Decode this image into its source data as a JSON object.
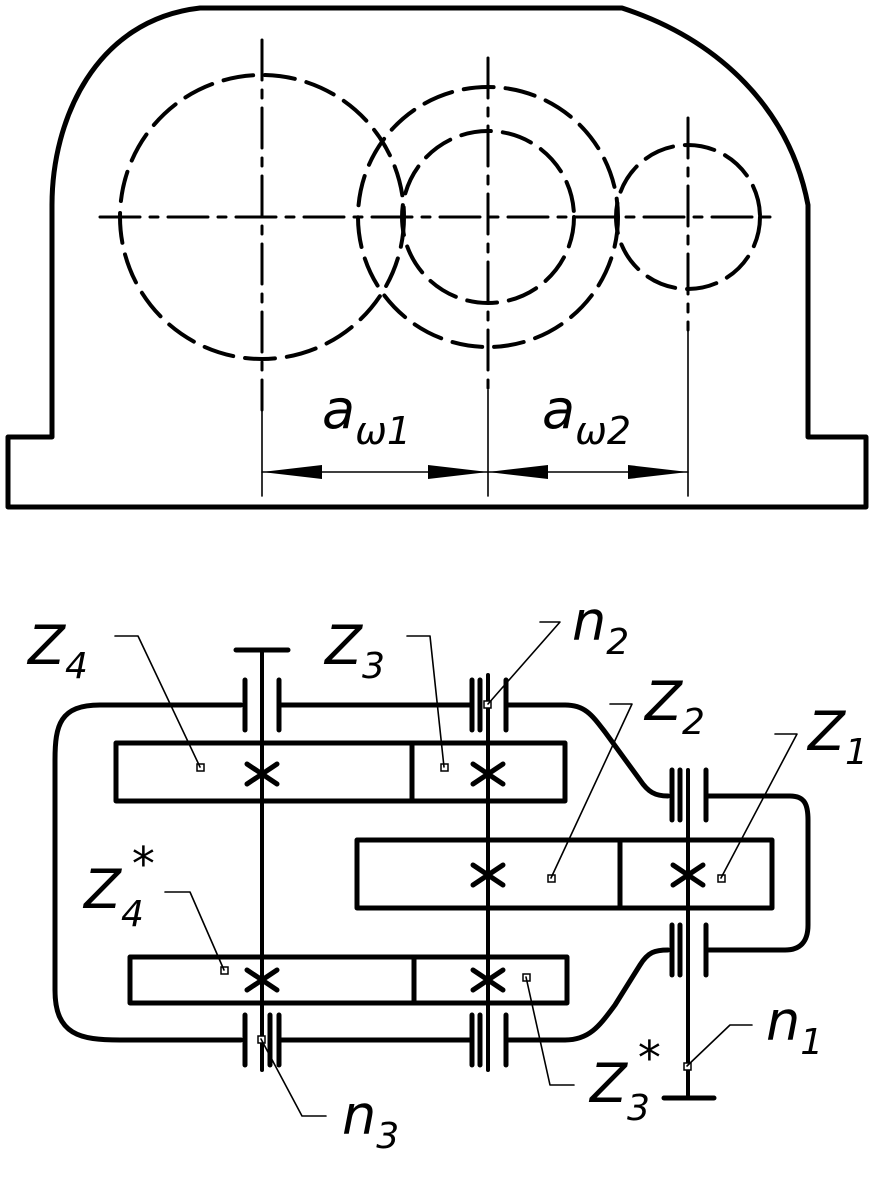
{
  "labels": {
    "aw1": "a",
    "aw1_sub": "ω1",
    "aw2": "a",
    "aw2_sub": "ω2",
    "z4": "Z",
    "z4_sub": "4",
    "z3": "Z",
    "z3_sub": "3",
    "n2": "n",
    "n2_sub": "2",
    "z2": "Z",
    "z2_sub": "2",
    "z1": "Z",
    "z1_sub": "1",
    "z4s": "Z",
    "z4s_sub": "4",
    "z4s_sup": "*",
    "z3s": "Z",
    "z3s_sub": "3",
    "z3s_sup": "*",
    "n1": "n",
    "n1_sub": "1",
    "n3": "n",
    "n3_sub": "3"
  },
  "colors": {
    "stroke": "#000000",
    "background": "#ffffff"
  }
}
